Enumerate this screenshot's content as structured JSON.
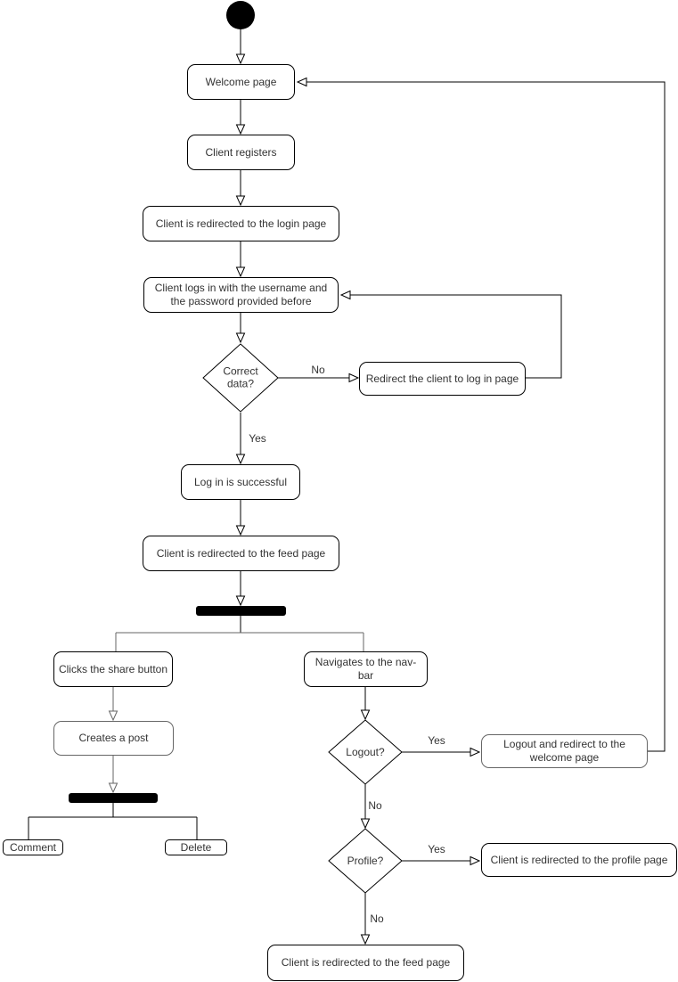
{
  "nodes": {
    "welcome": {
      "label": "Welcome page"
    },
    "register": {
      "label": "Client registers"
    },
    "login_redirect": {
      "label": "Client is redirected to the login page"
    },
    "login": {
      "label": "Client logs in with the username and the password provided before"
    },
    "correct_data": {
      "label": "Correct data?"
    },
    "redirect_login": {
      "label": "Redirect the client to log in page"
    },
    "login_success": {
      "label": "Log in is successful"
    },
    "feed_redirect": {
      "label": "Client is redirected to the feed page"
    },
    "share_click": {
      "label": "Clicks the share button"
    },
    "navbar": {
      "label": "Navigates to the nav-bar"
    },
    "create_post": {
      "label": "Creates a post"
    },
    "comment": {
      "label": "Comment"
    },
    "delete": {
      "label": "Delete"
    },
    "logout": {
      "label": "Logout?"
    },
    "logout_redirect": {
      "label": "Logout and redirect to the welcome page"
    },
    "profile": {
      "label": "Profile?"
    },
    "profile_redirect": {
      "label": "Client is redirected to the profile page"
    },
    "feed_redirect_2": {
      "label": "Client is redirected to the feed page"
    }
  },
  "edge_labels": {
    "correct_no": "No",
    "correct_yes": "Yes",
    "logout_yes": "Yes",
    "logout_no": "No",
    "profile_yes": "Yes",
    "profile_no": "No"
  },
  "colors": {
    "stroke": "#000000",
    "gray_stroke": "#666666",
    "text": "#333333",
    "background": "#ffffff",
    "bar_fill": "#000000"
  }
}
